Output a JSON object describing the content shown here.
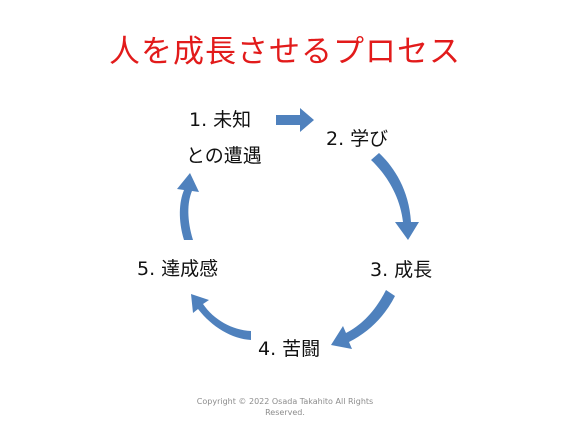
{
  "title": "人を成長させるプロセス",
  "steps": [
    {
      "line1": "1.  未知",
      "line2": "との遭遇"
    },
    {
      "line1": "2.  学び"
    },
    {
      "line1": "3.  成長"
    },
    {
      "line1": "4.  苦闘"
    },
    {
      "line1": "5.  達成感"
    }
  ],
  "arrow_color": "#4f81bd",
  "title_color": "#e21b1b",
  "copyright": {
    "line1": "Copyright © 2022 Osada Takahito All Rights",
    "line2": "Reserved."
  }
}
